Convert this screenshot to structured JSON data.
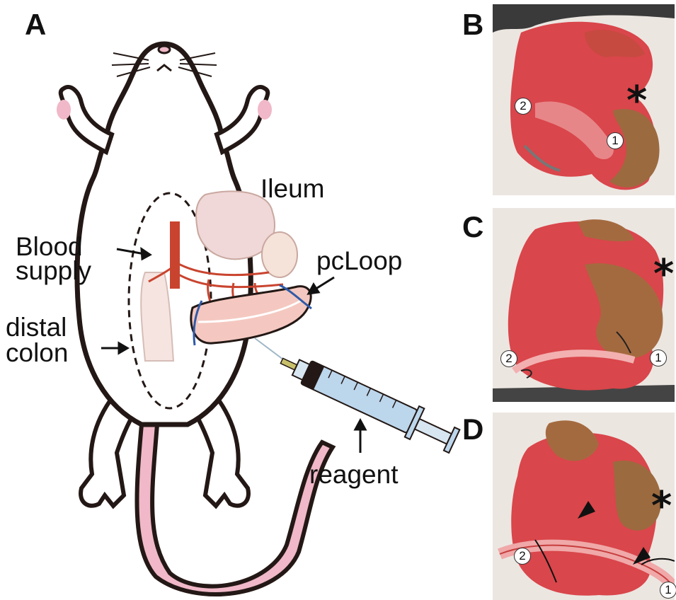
{
  "panels": {
    "a": {
      "letter": "A"
    },
    "b": {
      "letter": "B",
      "markers": [
        "1",
        "2"
      ],
      "asterisk": "*"
    },
    "c": {
      "letter": "C",
      "markers": [
        "1",
        "2"
      ],
      "asterisk": "*"
    },
    "d": {
      "letter": "D",
      "markers": [
        "1",
        "2"
      ],
      "asterisk": "*"
    }
  },
  "labels": {
    "ileum": "Ileum",
    "blood_supply_line1": "Blood",
    "blood_supply_line2": "supply",
    "pcloop": "pcLoop",
    "distal_colon_line1": "distal",
    "distal_colon_line2": "colon",
    "reagent": "reagent"
  },
  "colors": {
    "mouse_outline": "#231815",
    "mouse_fill": "#ffffff",
    "mouse_pink": "#f0b8c8",
    "intestine_fill": "#f4c8c0",
    "vessel": "#c9442f",
    "suture": "#2f5aa8",
    "syringe": "#bcd6ec",
    "photo_tissue": "#d9464b",
    "photo_tissue_dark": "#8a5a3a",
    "towel": "#ece6e1"
  }
}
